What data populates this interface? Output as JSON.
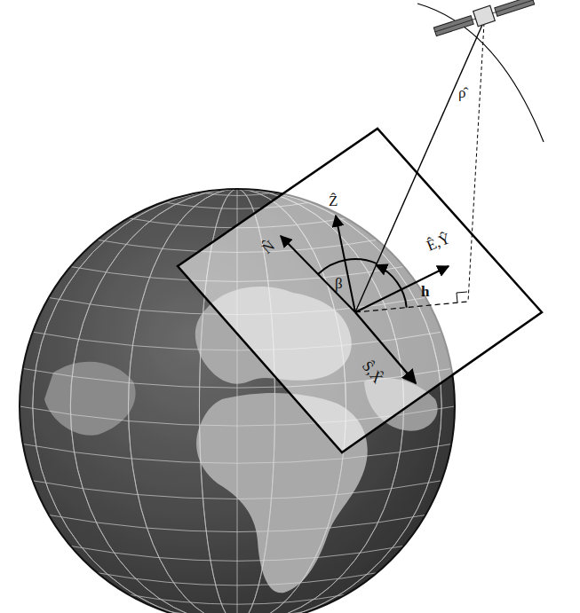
{
  "diagram": {
    "labels": [
      "ρ̂",
      "Ẑ",
      "N̂",
      "β",
      "h",
      "Ê,Ŷ",
      "Ŝ,X̂"
    ]
  }
}
